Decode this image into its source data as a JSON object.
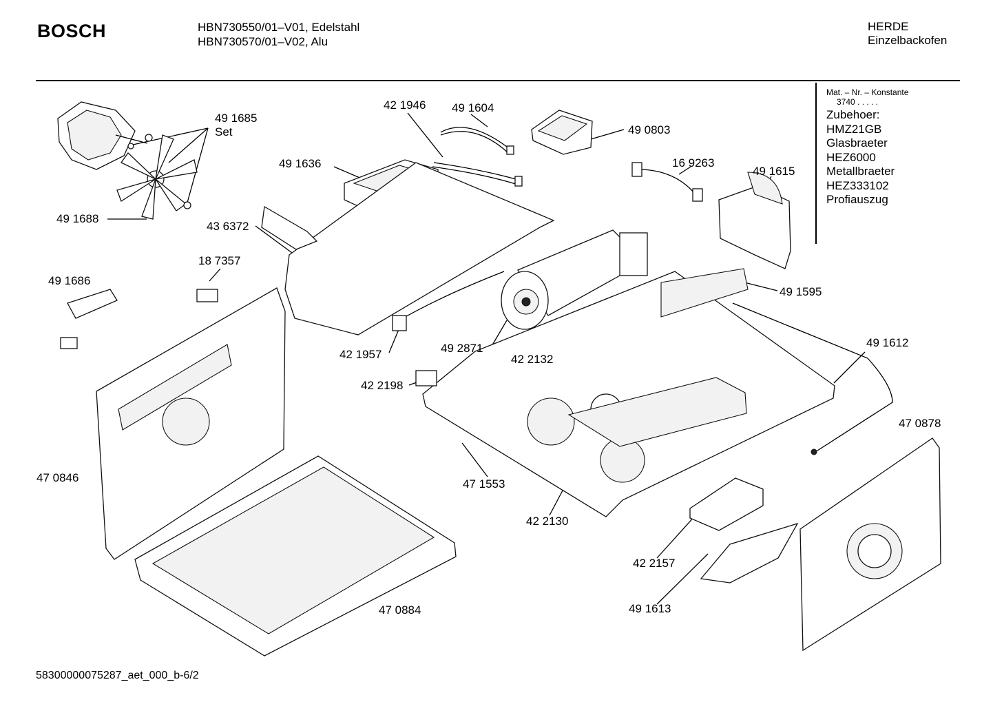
{
  "header": {
    "brand": "BOSCH",
    "models": [
      "HBN730550/01–V01, Edelstahl",
      "HBN730570/01–V02, Alu"
    ],
    "category": [
      "HERDE",
      "Einzelbackofen"
    ]
  },
  "sidebar": {
    "constant_label": "Mat. – Nr. – Konstante",
    "constant_value": "3740  .  .  .  .  .",
    "items": [
      "Zubehoer:",
      "HMZ21GB",
      "Glasbraeter",
      "HEZ6000",
      "Metallbraeter",
      "HEZ333102",
      "Profiauszug"
    ]
  },
  "part_labels": [
    {
      "id": "491685",
      "text": "49 1685"
    },
    {
      "id": "set",
      "text": "Set"
    },
    {
      "id": "491688",
      "text": "49 1688"
    },
    {
      "id": "421946",
      "text": "42 1946"
    },
    {
      "id": "491604",
      "text": "49 1604"
    },
    {
      "id": "490803",
      "text": "49 0803"
    },
    {
      "id": "491636",
      "text": "49 1636"
    },
    {
      "id": "169263",
      "text": "16 9263"
    },
    {
      "id": "491615",
      "text": "49 1615"
    },
    {
      "id": "436372",
      "text": "43 6372"
    },
    {
      "id": "187357",
      "text": "18 7357"
    },
    {
      "id": "491686",
      "text": "49 1686"
    },
    {
      "id": "491595",
      "text": "49 1595"
    },
    {
      "id": "421957",
      "text": "42 1957"
    },
    {
      "id": "492871",
      "text": "49 2871"
    },
    {
      "id": "491612",
      "text": "49 1612"
    },
    {
      "id": "422132",
      "text": "42 2132"
    },
    {
      "id": "422198",
      "text": "42 2198"
    },
    {
      "id": "470878",
      "text": "47 0878"
    },
    {
      "id": "470846",
      "text": "47 0846"
    },
    {
      "id": "471553",
      "text": "47 1553"
    },
    {
      "id": "422130",
      "text": "42 2130"
    },
    {
      "id": "422157",
      "text": "42 2157"
    },
    {
      "id": "470884",
      "text": "47 0884"
    },
    {
      "id": "491613",
      "text": "49 1613"
    }
  ],
  "footer": "58300000075287_aet_000_b-6/2"
}
